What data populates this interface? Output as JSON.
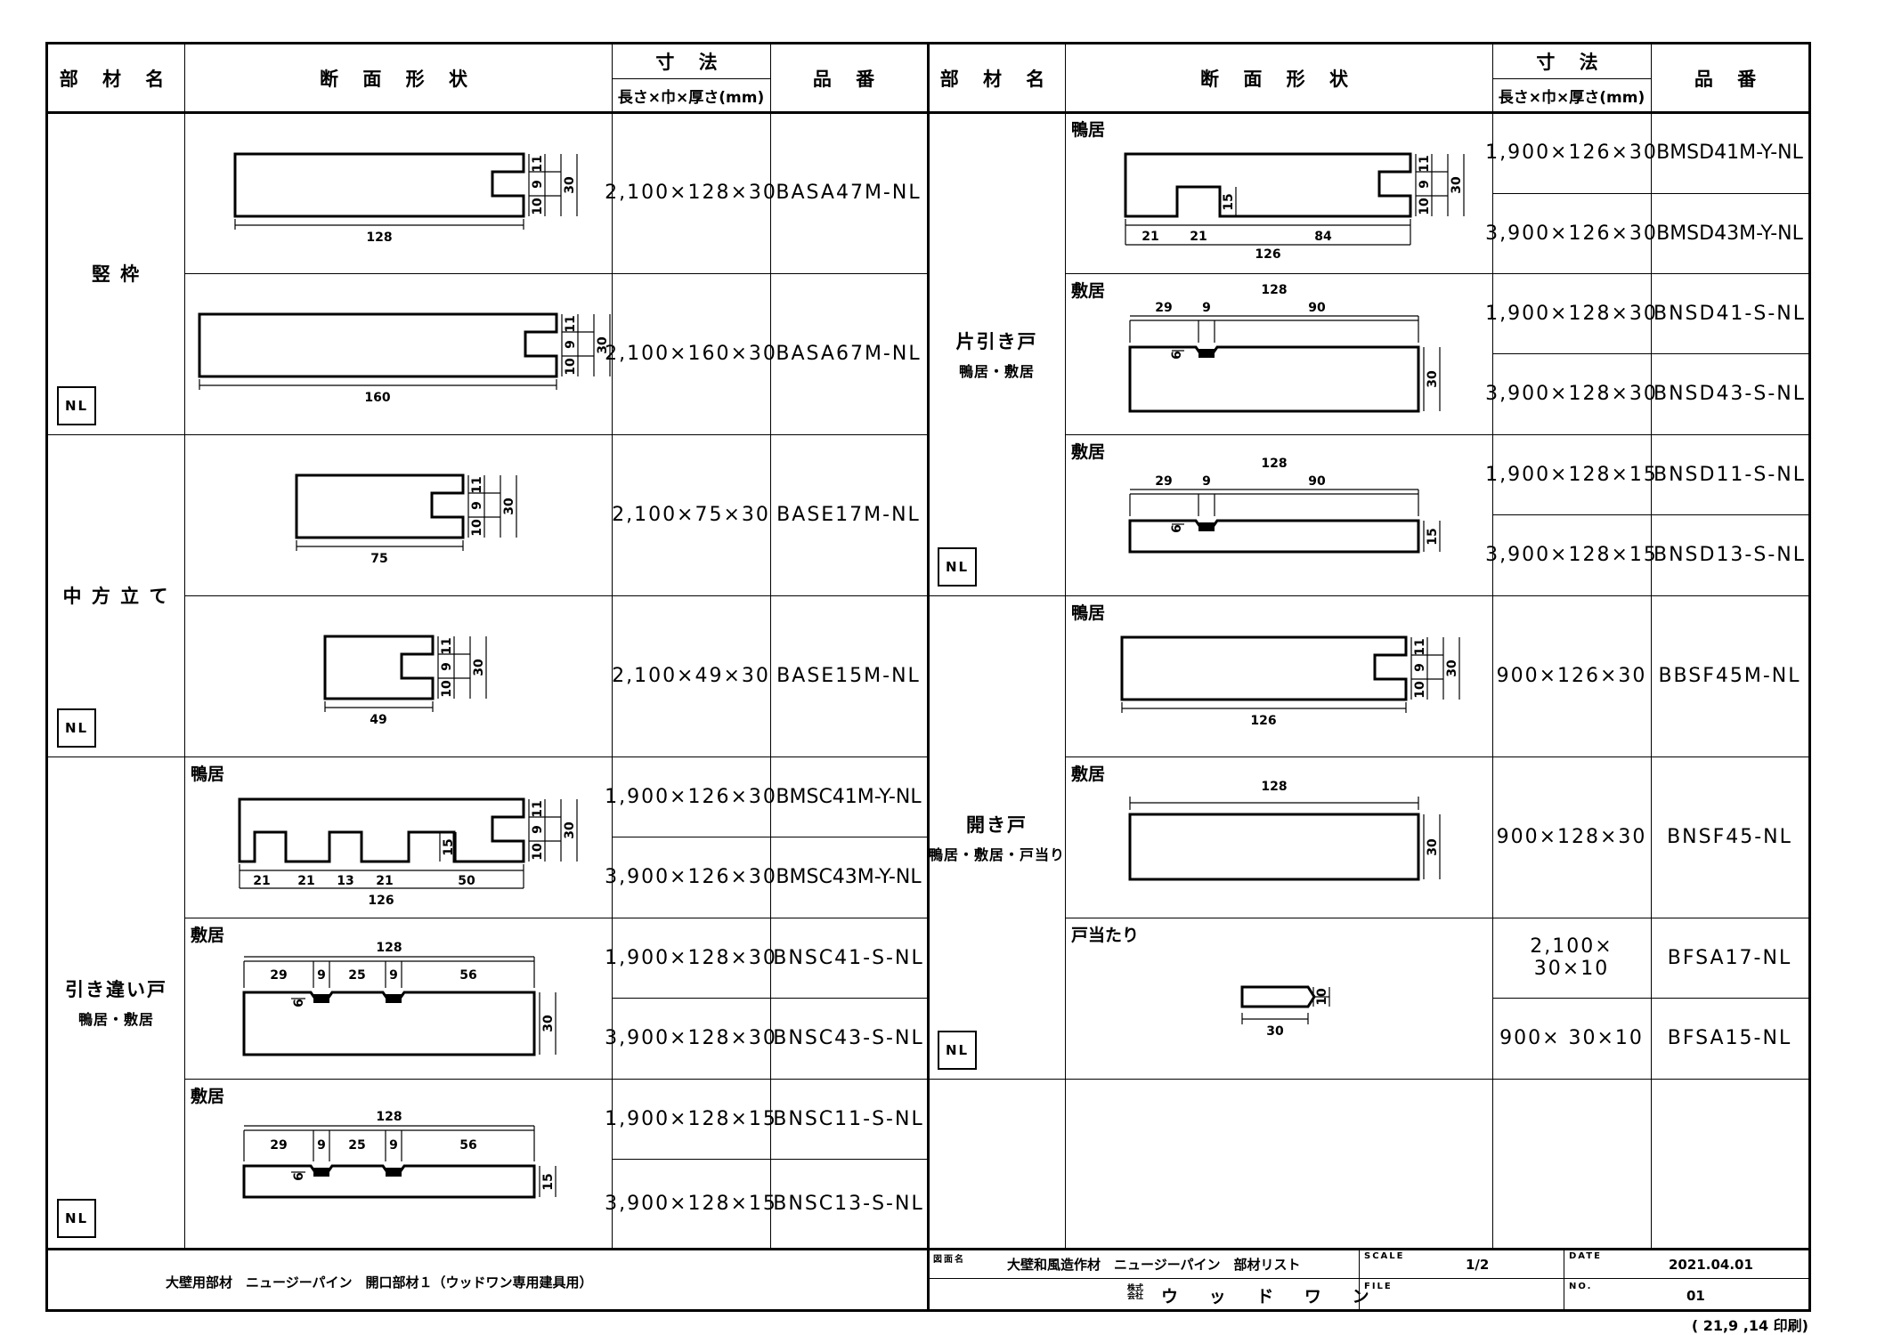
{
  "header": {
    "member": "部 材 名",
    "section": "断 面 形 状",
    "dim": "寸 法",
    "dim_sub": "長さ×巾×厚さ(mm)",
    "part": "品 番"
  },
  "nl": "NL",
  "left": {
    "groups": [
      {
        "name": "竪 枠",
        "sub": ""
      },
      {
        "name": "中 方 立 て",
        "sub": ""
      },
      {
        "name": "引き違い戸",
        "sub": "鴨居・敷居"
      }
    ],
    "rows": [
      {
        "dim": "2,100×128×30",
        "part": "BASA47M-NL"
      },
      {
        "dim": "2,100×160×30",
        "part": "BASA67M-NL"
      },
      {
        "dim": "2,100×75×30",
        "part": "BASE17M-NL"
      },
      {
        "dim": "2,100×49×30",
        "part": "BASE15M-NL"
      },
      {
        "dim": "1,900×126×30",
        "part": "BMSC41M-Y-NL"
      },
      {
        "dim": "3,900×126×30",
        "part": "BMSC43M-Y-NL"
      },
      {
        "dim": "1,900×128×30",
        "part": "BNSC41-S-NL"
      },
      {
        "dim": "3,900×128×30",
        "part": "BNSC43-S-NL"
      },
      {
        "dim": "1,900×128×15",
        "part": "BNSC11-S-NL"
      },
      {
        "dim": "3,900×128×15",
        "part": "BNSC13-S-NL"
      }
    ],
    "labels": [
      "鴨居",
      "敷居",
      "敷居"
    ]
  },
  "right": {
    "groups": [
      {
        "name": "片引き戸",
        "sub": "鴨居・敷居"
      },
      {
        "name": "開き戸",
        "sub": "鴨居・敷居・戸当り"
      }
    ],
    "rows": [
      {
        "dim": "1,900×126×30",
        "part": "BMSD41M-Y-NL"
      },
      {
        "dim": "3,900×126×30",
        "part": "BMSD43M-Y-NL"
      },
      {
        "dim": "1,900×128×30",
        "part": "BNSD41-S-NL"
      },
      {
        "dim": "3,900×128×30",
        "part": "BNSD43-S-NL"
      },
      {
        "dim": "1,900×128×15",
        "part": "BNSD11-S-NL"
      },
      {
        "dim": "3,900×128×15",
        "part": "BNSD13-S-NL"
      },
      {
        "dim": "900×126×30",
        "part": "BBSF45M-NL"
      },
      {
        "dim": "900×128×30",
        "part": "BNSF45-NL"
      },
      {
        "dim": "2,100× 30×10",
        "part": "BFSA17-NL"
      },
      {
        "dim": "900× 30×10",
        "part": "BFSA15-NL"
      }
    ],
    "labels": [
      "鴨居",
      "敷居",
      "敷居",
      "鴨居",
      "敷居",
      "戸当たり"
    ]
  },
  "dims": {
    "d10": "10",
    "d9": "9",
    "d11": "11",
    "d30": "30",
    "d15": "15",
    "d6": "6",
    "d128": "128",
    "d160": "160",
    "d75": "75",
    "d49": "49",
    "d126": "126",
    "d21": "21",
    "d13": "13",
    "d50": "50",
    "d84": "84",
    "d29": "29",
    "d25": "25",
    "d56": "56",
    "d90": "90"
  },
  "title_block": {
    "left_title": "大壁用部材　ニュージーパイン　開口部材１（ウッドワン専用建具用）",
    "drawing_label": "図面名",
    "drawing_name": "大壁和風造作材　ニュージーパイン　部材リスト",
    "scale_label": "SCALE",
    "scale": "1/2",
    "date_label": "DATE",
    "date": "2021.04.01",
    "company_prefix": "株式会社",
    "company": "ウ ッ ド ワ ン",
    "file_label": "FILE",
    "no_label": "NO.",
    "no": "01"
  },
  "printed": "( 21,9 ,14 印刷)"
}
